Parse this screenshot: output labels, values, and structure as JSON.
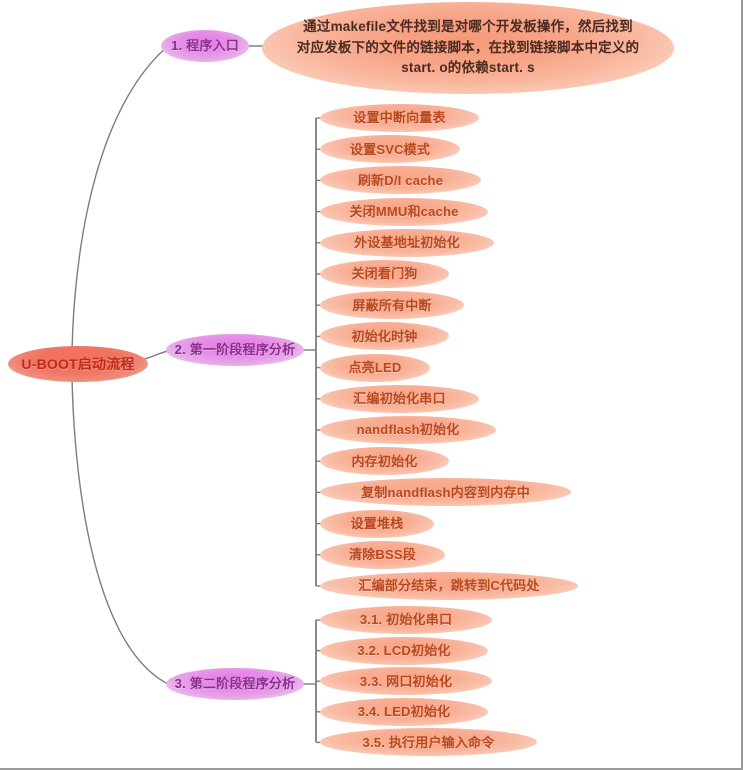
{
  "diagram": {
    "title": "U-BOOT启动流程",
    "background_color": "#ffffff",
    "border_color": "#9a9a9a",
    "edge_color": "#7d7d7d",
    "root_color": "#ef7462",
    "stage_color": "#e58ce6",
    "leaf_color": "#f8ad93",
    "summary_color": "#f7a588"
  },
  "root": {
    "label": "U-BOOT启动流程"
  },
  "stages": [
    {
      "id": "stage1",
      "label": "1. 程序入口"
    },
    {
      "id": "stage2",
      "label": "2. 第一阶段程序分析"
    },
    {
      "id": "stage3",
      "label": "3. 第二阶段程序分析"
    }
  ],
  "summary": {
    "lines": [
      "通过makefile文件找到是对哪个开发板操作，然后找到",
      "对应发板下的文件的链接脚本，在找到链接脚本中定义的",
      "start. o的依赖start. s"
    ]
  },
  "stage1_children": [],
  "stage2_children": [
    {
      "label": "设置中断向量表"
    },
    {
      "label": "设置SVC模式"
    },
    {
      "label": "刷新D/I cache"
    },
    {
      "label": "关闭MMU和cache"
    },
    {
      "label": "外设基地址初始化"
    },
    {
      "label": "关闭看门狗"
    },
    {
      "label": "屏蔽所有中断"
    },
    {
      "label": "初始化时钟"
    },
    {
      "label": "点亮LED"
    },
    {
      "label": "汇编初始化串口"
    },
    {
      "label": "nandflash初始化"
    },
    {
      "label": "内存初始化"
    },
    {
      "label": "复制nandflash内容到内存中"
    },
    {
      "label": "设置堆栈"
    },
    {
      "label": "清除BSS段"
    },
    {
      "label": "汇编部分结束，跳转到C代码处"
    }
  ],
  "stage3_children": [
    {
      "label": "3.1. 初始化串口"
    },
    {
      "label": "3.2. LCD初始化"
    },
    {
      "label": "3.3. 网口初始化"
    },
    {
      "label": "3.4. LED初始化"
    },
    {
      "label": "3.5. 执行用户输入命令"
    }
  ]
}
